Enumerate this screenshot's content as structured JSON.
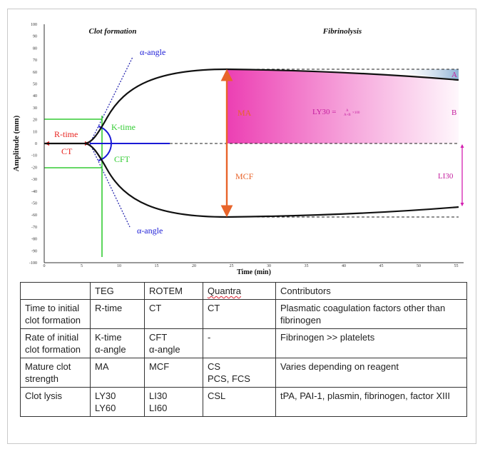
{
  "diagram": {
    "section_left": "Clot formation",
    "section_right": "Fibrinolysis",
    "y_axis_label": "Amplitude (mm)",
    "x_axis_label": "Time (min)",
    "y_ticks": [
      "100",
      "90",
      "80",
      "70",
      "60",
      "50",
      "40",
      "30",
      "20",
      "10",
      "0",
      "-10",
      "-20",
      "-30",
      "-40",
      "-50",
      "-60",
      "-70",
      "-80",
      "-90",
      "-100"
    ],
    "x_ticks": [
      "0",
      "5",
      "10",
      "15",
      "20",
      "25",
      "30",
      "35",
      "40",
      "45",
      "50",
      "55"
    ],
    "labels": {
      "alpha_top": "α-angle",
      "alpha_bottom": "α-angle",
      "k_time": "K-time",
      "cft": "CFT",
      "r_time": "R-time",
      "ct": "CT",
      "ma": "MA",
      "mcf": "MCF",
      "ly30_lhs": "LY30 =",
      "ly30_frac_num": "A",
      "ly30_frac_den": "A+B",
      "ly30_mult": "×100",
      "point_a": "A",
      "point_b": "B",
      "li30": "LI30"
    },
    "colors": {
      "red": "#e8231f",
      "green": "#33cc33",
      "blue": "#1a1ad6",
      "orange": "#e8642a",
      "magenta": "#d41fb0",
      "pink_fill": "#ec3fb3",
      "lightblue_fill": "#a9c7e1",
      "curve": "#111111"
    }
  },
  "table": {
    "headers": [
      "",
      "TEG",
      "ROTEM",
      "Quantra",
      "Contributors"
    ],
    "rows": [
      [
        "Time to initial clot formation",
        "R-time",
        "CT",
        "CT",
        "Plasmatic coagulation factors other than fibrinogen"
      ],
      [
        "Rate of initial clot formation",
        "K-time\nα-angle",
        "CFT\nα-angle",
        "-",
        "Fibrinogen >> platelets"
      ],
      [
        "Mature clot strength",
        "MA",
        "MCF",
        "CS\nPCS, FCS",
        "Varies depending on reagent"
      ],
      [
        "Clot lysis",
        "LY30\nLY60",
        "LI30\nLI60",
        "CSL",
        "tPA, PAI-1, plasmin, fibrinogen, factor XIII"
      ]
    ]
  }
}
